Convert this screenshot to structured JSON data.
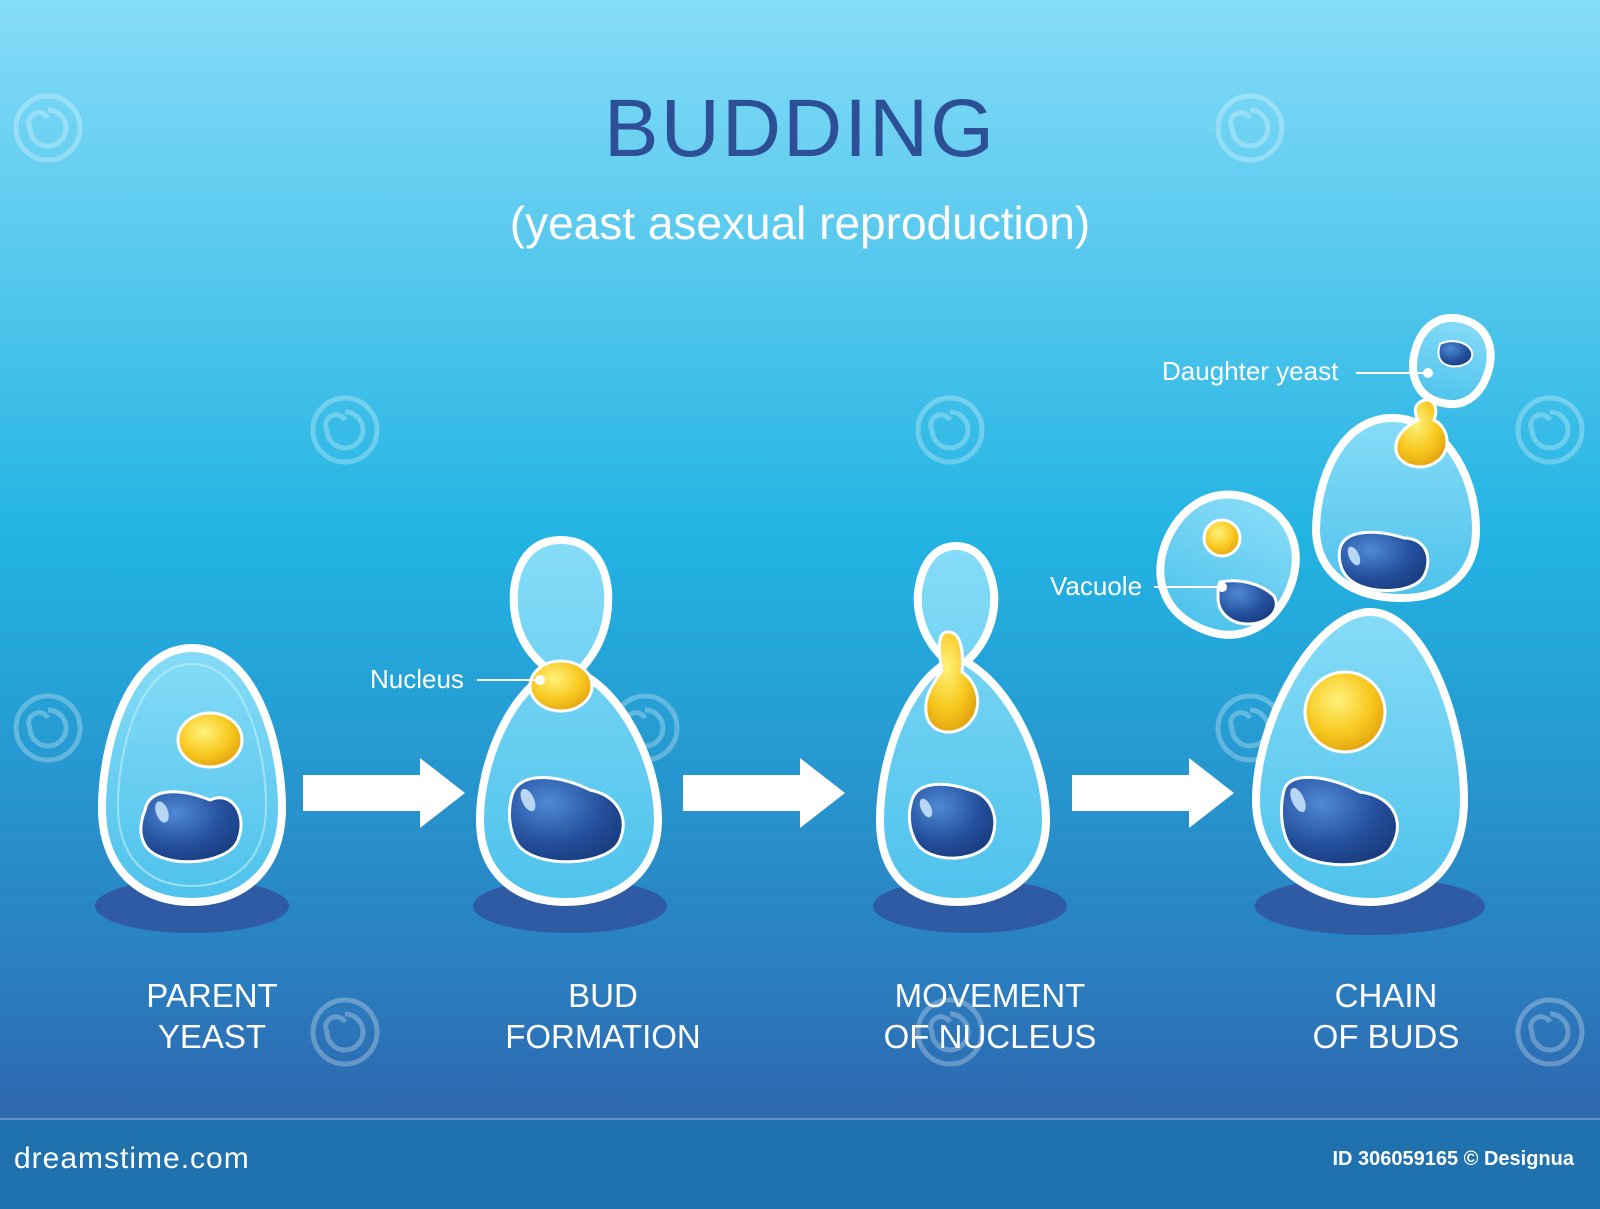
{
  "title": "BUDDING",
  "subtitle": "(yeast asexual reproduction)",
  "stages": [
    {
      "line1": "PARENT",
      "line2": "YEAST"
    },
    {
      "line1": "BUD",
      "line2": "FORMATION"
    },
    {
      "line1": "MOVEMENT",
      "line2": "OF NUCLEUS"
    },
    {
      "line1": "CHAIN",
      "line2": "OF BUDS"
    }
  ],
  "callouts": {
    "nucleus": "Nucleus",
    "vacuole": "Vacuole",
    "daughter_yeast": "Daughter yeast"
  },
  "footer": {
    "site": "dreamstime.com",
    "credit": "ID 306059165 © Designua"
  },
  "colors": {
    "background_top": "#7fd9f7",
    "background_mid": "#1fb0e0",
    "background_bottom": "#2f61a8",
    "cell_fill": "#6ed0f2",
    "nucleus": "#f6c21e",
    "vacuole": "#24509a",
    "title": "#2c4f96",
    "footer": "#1f72ad"
  }
}
